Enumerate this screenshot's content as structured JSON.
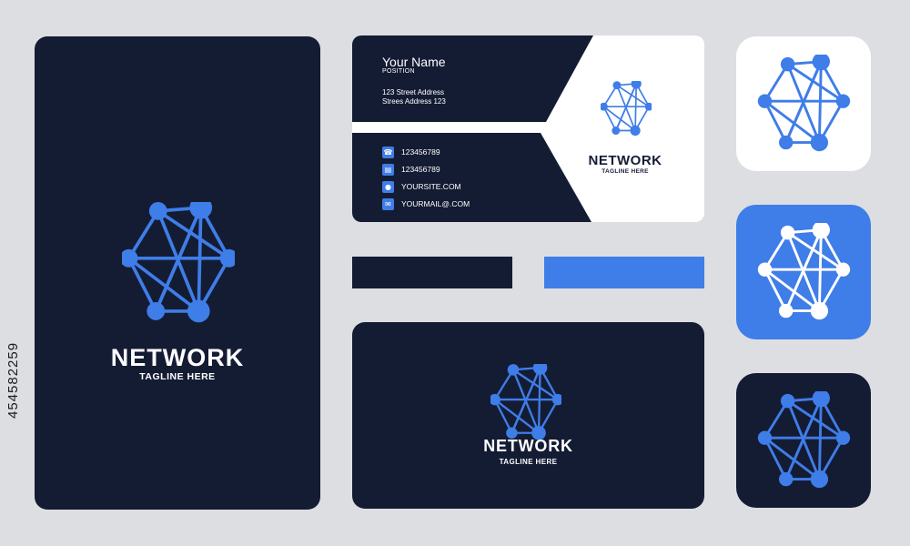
{
  "brand": {
    "name": "NETWORK",
    "tagline": "TAGLINE HERE"
  },
  "business_card": {
    "name": "Your Name",
    "position": "POSITION",
    "address_line1": "123 Street Address",
    "address_line2": "Strees Address 123",
    "contacts": [
      {
        "icon": "phone-icon",
        "text": "123456789"
      },
      {
        "icon": "fax-icon",
        "text": "123456789"
      },
      {
        "icon": "globe-icon",
        "text": "YOURSITE.COM"
      },
      {
        "icon": "mail-icon",
        "text": "YOURMAIL@.COM"
      }
    ]
  },
  "stock_id": "454582259",
  "colors": {
    "navy": "#141c34",
    "blue": "#3f7de8",
    "white": "#ffffff",
    "background": "#dcdee2"
  }
}
